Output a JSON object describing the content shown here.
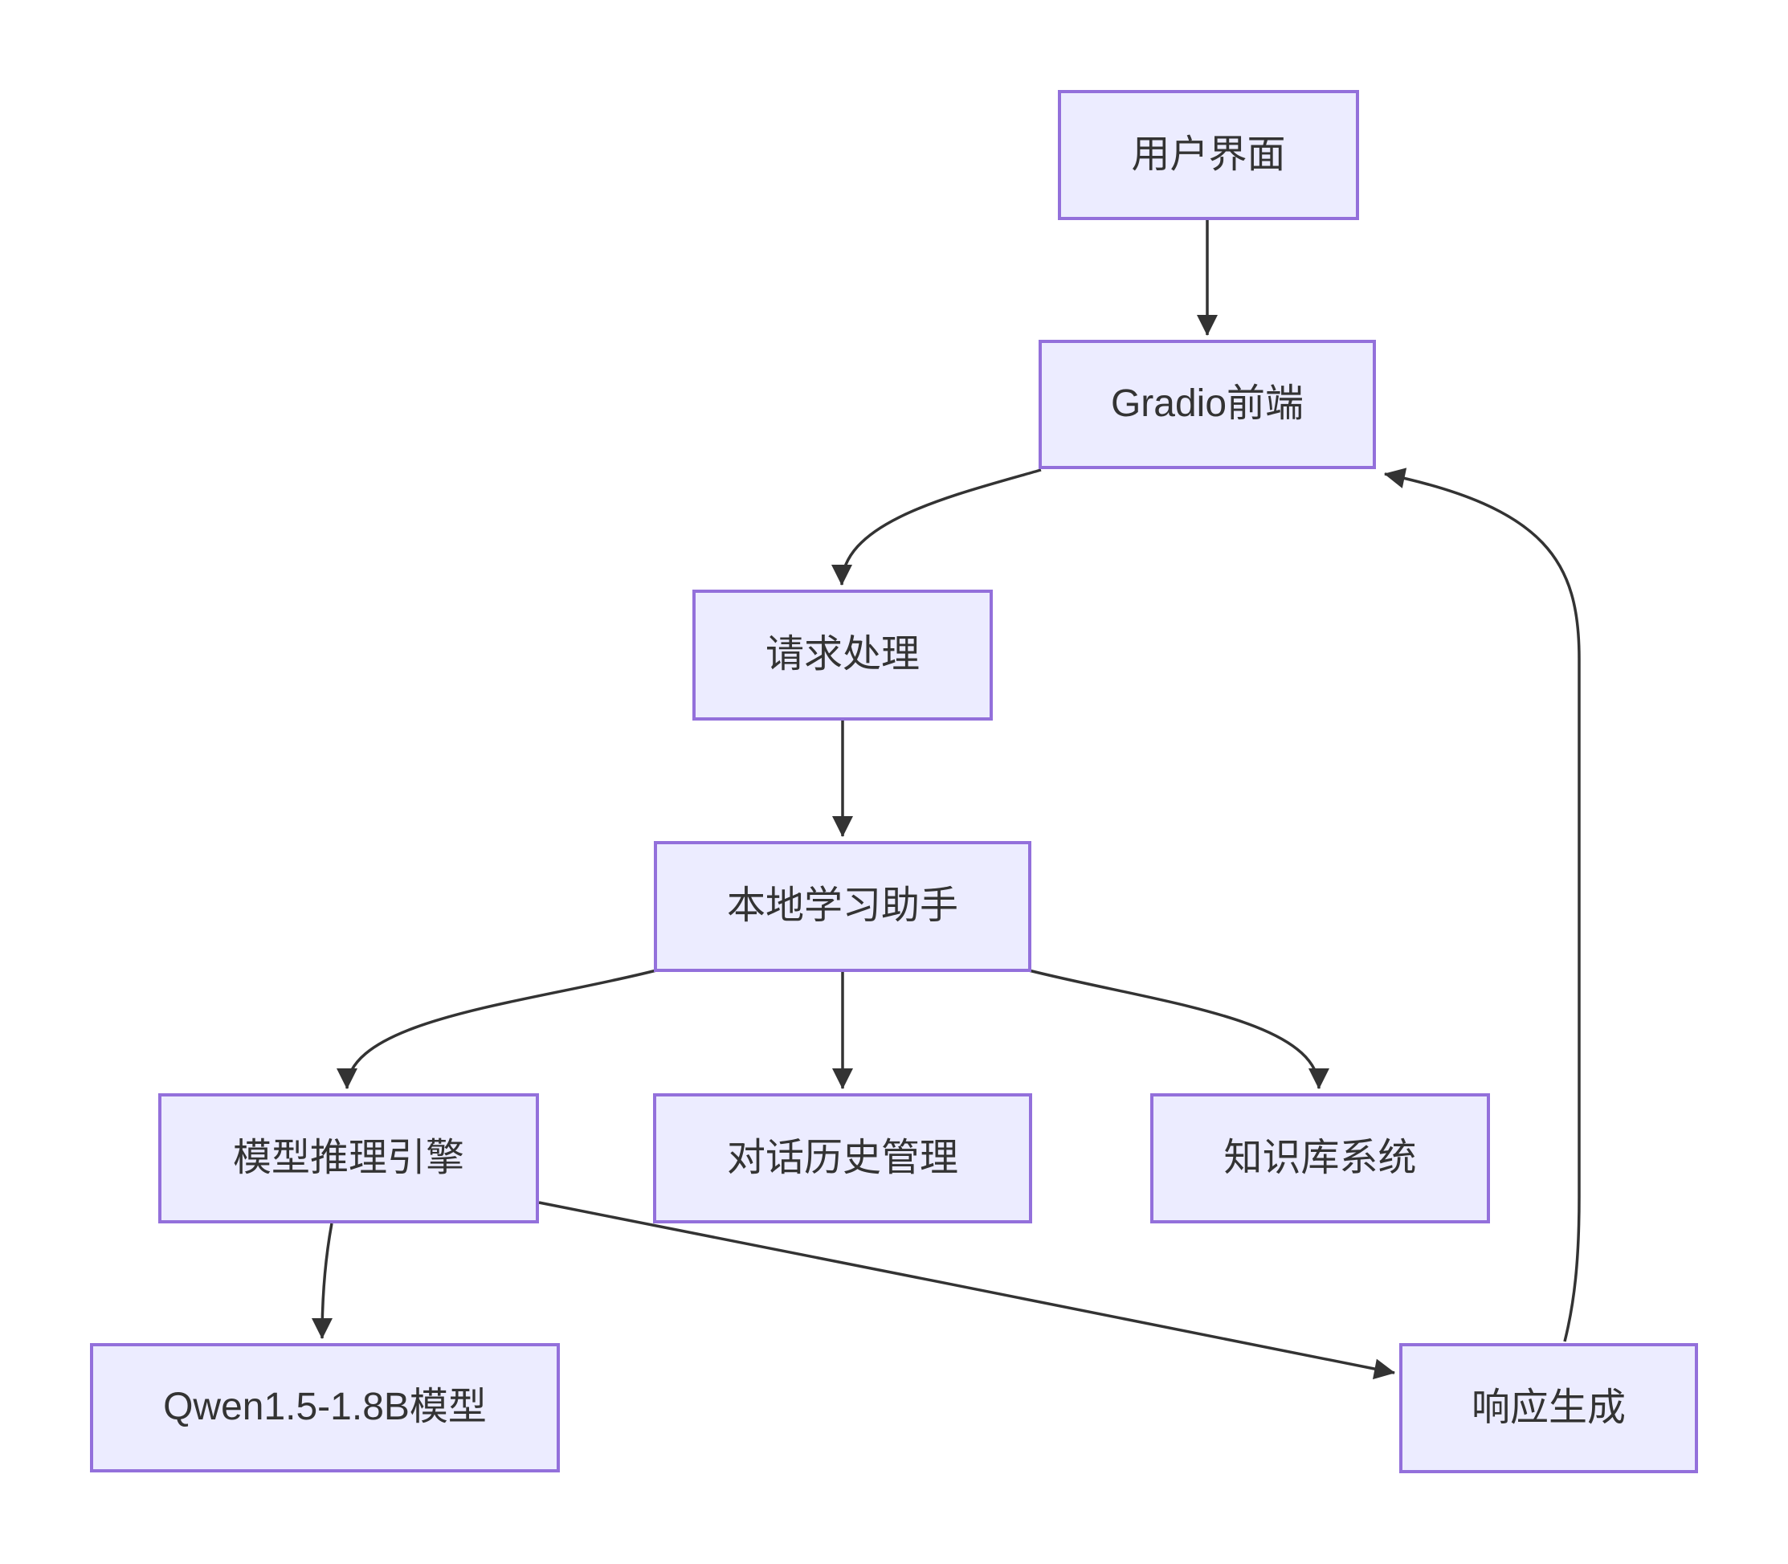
{
  "diagram": {
    "type": "flowchart",
    "direction": "top-down",
    "nodes": [
      {
        "id": "user_interface",
        "label": "用户界面"
      },
      {
        "id": "gradio_frontend",
        "label": "Gradio前端"
      },
      {
        "id": "request_handling",
        "label": "请求处理"
      },
      {
        "id": "local_assistant",
        "label": "本地学习助手"
      },
      {
        "id": "inference_engine",
        "label": "模型推理引擎"
      },
      {
        "id": "chat_history",
        "label": "对话历史管理"
      },
      {
        "id": "knowledge_base",
        "label": "知识库系统"
      },
      {
        "id": "qwen_model",
        "label": "Qwen1.5-1.8B模型"
      },
      {
        "id": "response_generation",
        "label": "响应生成"
      }
    ],
    "edges": [
      {
        "from": "用户界面",
        "to": "Gradio前端"
      },
      {
        "from": "Gradio前端",
        "to": "请求处理"
      },
      {
        "from": "请求处理",
        "to": "本地学习助手"
      },
      {
        "from": "本地学习助手",
        "to": "模型推理引擎"
      },
      {
        "from": "本地学习助手",
        "to": "对话历史管理"
      },
      {
        "from": "本地学习助手",
        "to": "知识库系统"
      },
      {
        "from": "模型推理引擎",
        "to": "Qwen1.5-1.8B模型"
      },
      {
        "from": "模型推理引擎",
        "to": "响应生成"
      },
      {
        "from": "响应生成",
        "to": "Gradio前端"
      }
    ],
    "colors": {
      "node_fill": "#ECECFF",
      "node_border": "#9370DB",
      "edge_line": "#333333",
      "label_text": "#333333",
      "background": "#FFFFFF"
    }
  }
}
